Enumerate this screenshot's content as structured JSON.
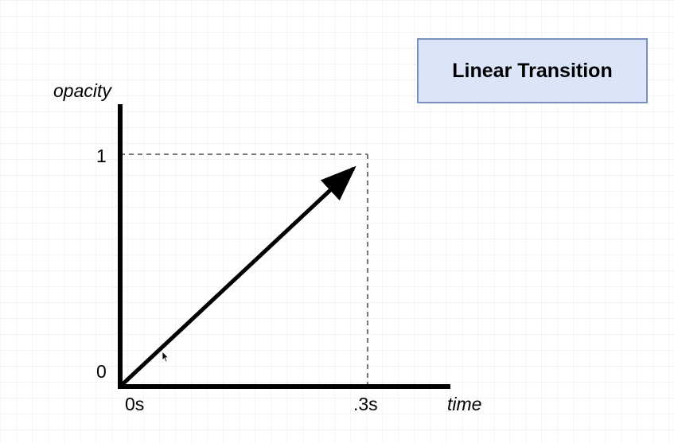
{
  "title": "Linear Transition",
  "colors": {
    "title_fill": "#dae6f8",
    "title_border": "#7a90c0",
    "axis": "#000000",
    "guide": "#777777",
    "line": "#000000"
  },
  "axes": {
    "y_label": "opacity",
    "x_label": "time",
    "y_ticks": [
      "0",
      "1"
    ],
    "x_ticks": [
      "0s",
      ".3s"
    ]
  },
  "curve": {
    "type": "linear",
    "points": [
      {
        "time": "0s",
        "opacity": 0
      },
      {
        "time": ".3s",
        "opacity": 1
      }
    ]
  },
  "cursor": "arrow-cursor-icon"
}
